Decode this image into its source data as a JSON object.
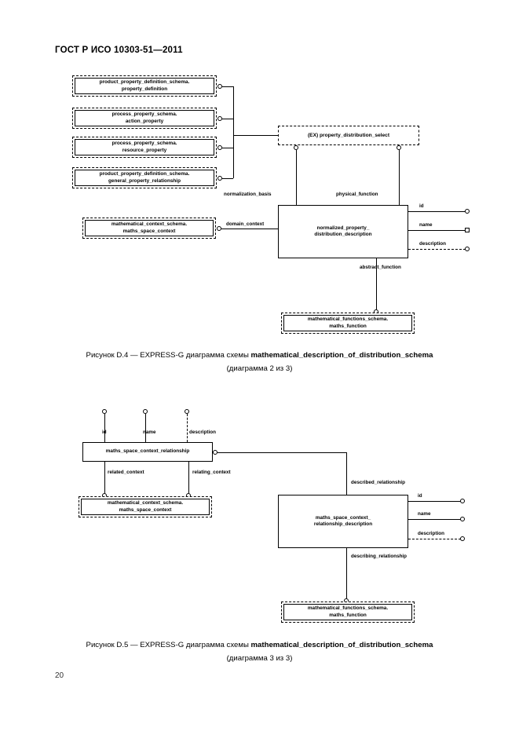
{
  "document": {
    "header": "ГОСТ Р ИСО 10303-51—2011",
    "page_number": "20"
  },
  "figures": [
    {
      "id": "figure-d4",
      "caption_line1_prefix": "Рисунок D.4 — EXPRESS-G диаграмма схемы ",
      "caption_line1_bold": "mathematical_description_of_distribution_schema",
      "caption_line2": "(диаграмма 2 из 3)",
      "boxes": {
        "iface_property_definition": "product_property_definition_schema.\nproperty_definition",
        "iface_action_property": "process_property_schema.\naction_property",
        "iface_resource_property": "process_property_schema.\nresource_property",
        "iface_general_property_relationship": "product_property_definition_schema.\ngeneral_property_relationship",
        "iface_maths_space_context": "mathematical_context_schema.\nmaths_space_context",
        "iface_maths_function": "mathematical_functions_schema.\nmaths_function",
        "select_property_distribution": "(EX) property_distribution_select",
        "entity_normalized_property": "normalized_property_\ndistribution_description"
      },
      "edge_labels": {
        "normalization_basis": "normalization_basis",
        "physical_function": "physical_function",
        "domain_context": "domain_context",
        "abstract_function": "abstract_function"
      },
      "attributes": [
        {
          "name": "id",
          "optional": false,
          "terminator": "circle"
        },
        {
          "name": "name",
          "optional": false,
          "terminator": "square"
        },
        {
          "name": "description",
          "optional": true,
          "terminator": "circle"
        }
      ]
    },
    {
      "id": "figure-d5",
      "caption_line1_prefix": "Рисунок D.5 — EXPRESS-G диаграмма схемы ",
      "caption_line1_bold": "mathematical_description_of_distribution_schema",
      "caption_line2": "(диаграмма 3 из 3)",
      "boxes": {
        "entity_maths_space_context_relationship": "maths_space_context_relationship",
        "iface_maths_space_context": "mathematical_context_schema.\nmaths_space_context",
        "entity_relationship_description": "maths_space_context_\nrelationship_description",
        "iface_maths_function": "mathematical_functions_schema.\nmaths_function"
      },
      "edge_labels": {
        "related_context": "related_context",
        "relating_context": "relating_context",
        "described_relationship": "described_relationship",
        "describing_relationship": "describing_relationship"
      },
      "top_attributes": [
        {
          "name": "id",
          "optional": false,
          "terminator": "circle"
        },
        {
          "name": "name",
          "optional": false,
          "terminator": "circle"
        },
        {
          "name": "description",
          "optional": true,
          "terminator": "circle"
        }
      ],
      "right_attributes": [
        {
          "name": "id",
          "optional": false,
          "terminator": "circle"
        },
        {
          "name": "name",
          "optional": false,
          "terminator": "circle"
        },
        {
          "name": "description",
          "optional": true,
          "terminator": "circle"
        }
      ]
    }
  ]
}
